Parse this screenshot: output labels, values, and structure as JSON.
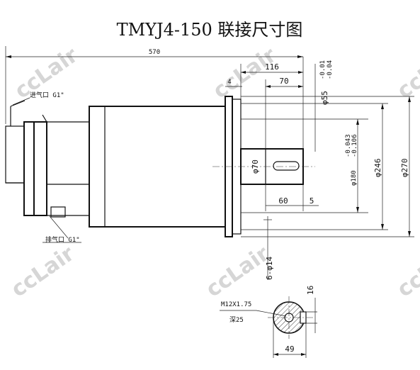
{
  "title": "TMYJ4-150 联接尺寸图",
  "watermark": "ccLair",
  "ports": {
    "inlet": "进气口 G1\"",
    "outlet": "排气口 G1\""
  },
  "dimensions": {
    "overall_length": "570",
    "shaft_length_116": "116",
    "length_70": "70",
    "flange_4": "4",
    "bore_55": "φ55",
    "bore_55_tol": "-0.01\n-0.04",
    "shaft_70": "φ70",
    "pilot_180": "φ180",
    "pilot_180_tol": "-0.043\n-0.106",
    "dia_246": "φ246",
    "dia_270": "φ270",
    "key_60": "60",
    "key_5": "5",
    "holes": "6-φ14",
    "thread": "M12X1.75",
    "depth": "深25",
    "keyway_16": "16",
    "end_49": "49"
  },
  "colors": {
    "line": "#111111",
    "watermark": "#d6d6d6",
    "hatch": "#444444"
  }
}
